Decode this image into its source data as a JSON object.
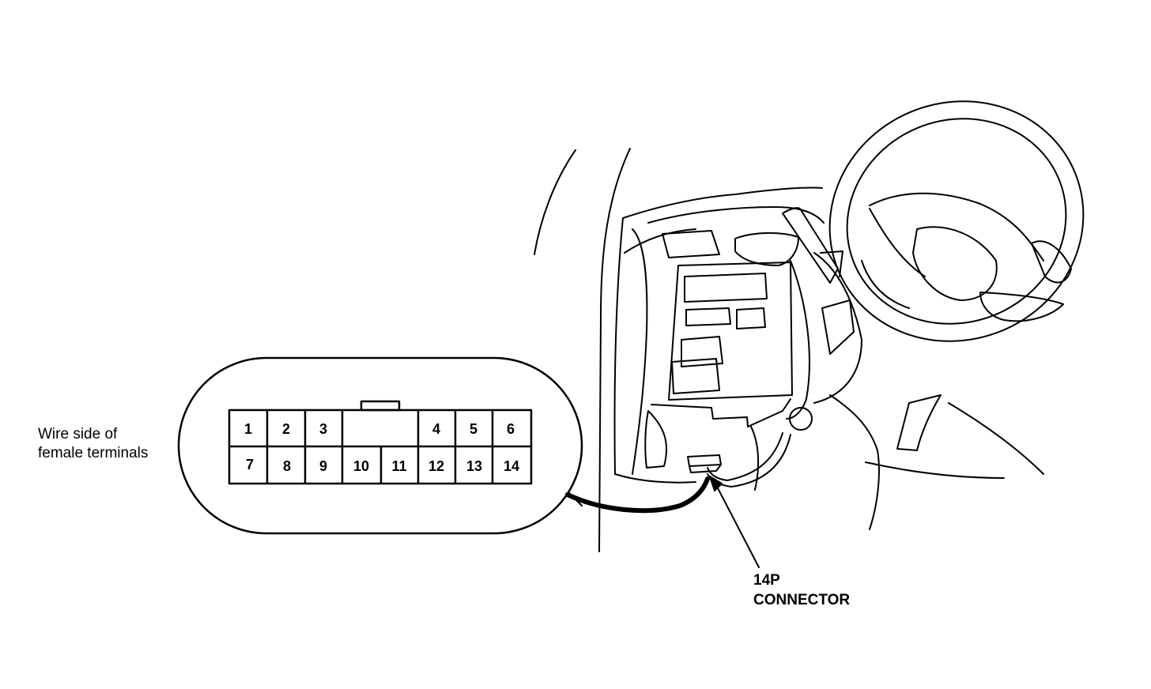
{
  "caption": {
    "line1": "Wire side of",
    "line2": "female terminals"
  },
  "callout": {
    "line1": "14P",
    "line2": "CONNECTOR"
  },
  "connector": {
    "top_row": [
      "1",
      "2",
      "3",
      "",
      "4",
      "5",
      "6"
    ],
    "bottom_row": [
      "7",
      "8",
      "9",
      "10",
      "11",
      "12",
      "13",
      "14"
    ]
  }
}
